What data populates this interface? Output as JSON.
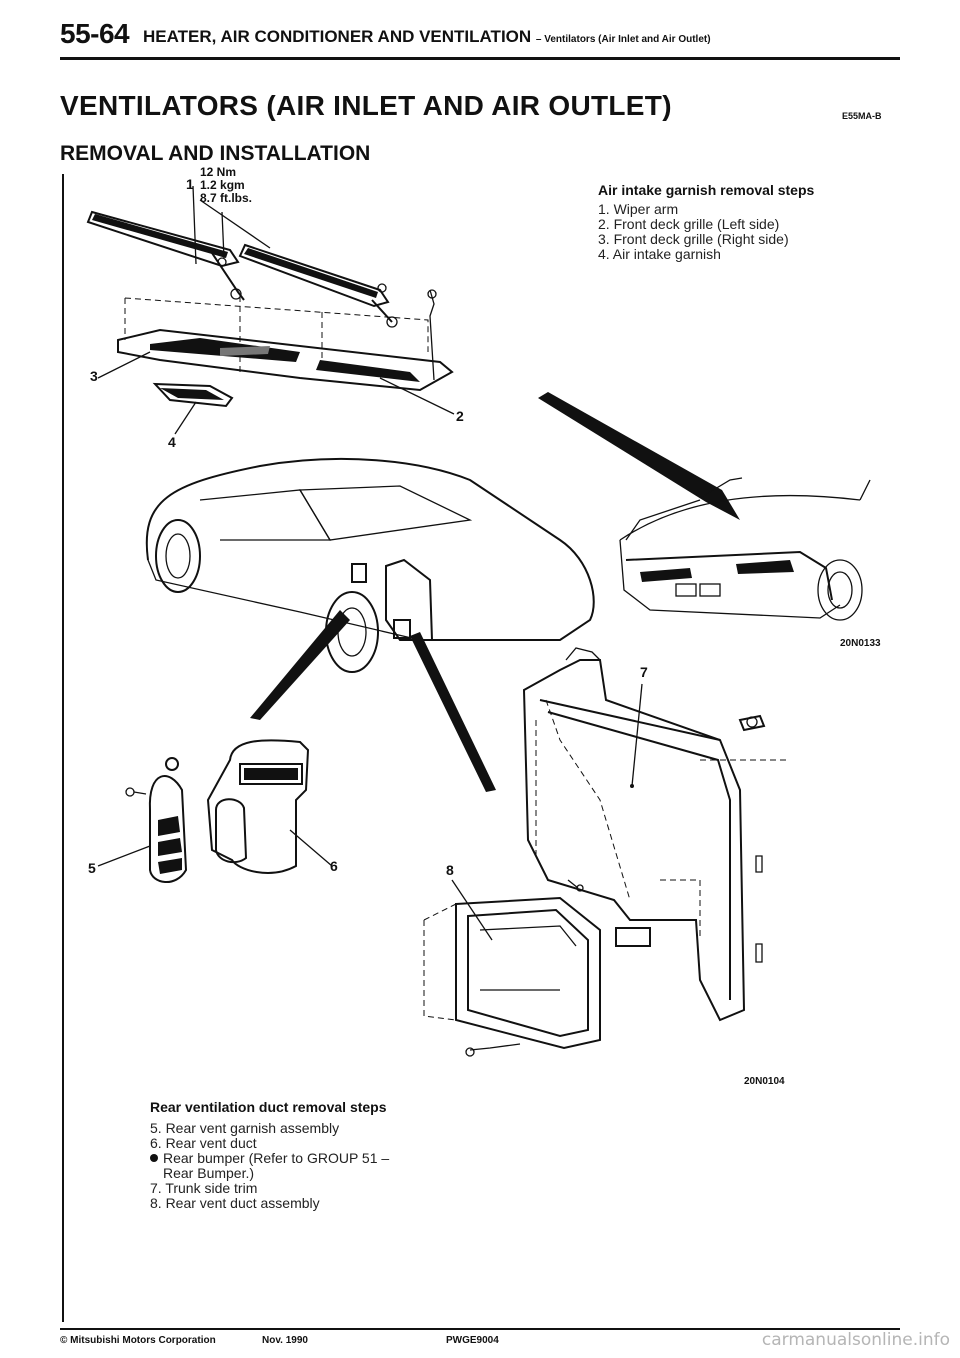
{
  "header": {
    "page_code": "55-64",
    "title": "HEATER, AIR CONDITIONER AND VENTILATION",
    "subtitle": "– Ventilators (Air Inlet and Air Outlet)"
  },
  "section": {
    "title": "VENTILATORS (AIR INLET AND AIR OUTLET)",
    "code": "E55MA-B",
    "subtitle": "REMOVAL AND INSTALLATION"
  },
  "torque": {
    "line1": "12 Nm",
    "line2": "1.2 kgm",
    "line3": "8.7 ft.lbs."
  },
  "callouts": {
    "c1": "1",
    "c2": "2",
    "c3": "3",
    "c4": "4",
    "c5": "5",
    "c6": "6",
    "c7": "7",
    "c8": "8"
  },
  "air_intake": {
    "heading": "Air intake garnish removal steps",
    "steps": [
      "1. Wiper arm",
      "2. Front deck grille (Left side)",
      "3. Front deck grille (Right side)",
      "4. Air intake garnish"
    ]
  },
  "rear_vent": {
    "heading": "Rear ventilation duct removal steps",
    "steps": [
      "5. Rear vent garnish assembly",
      "6. Rear vent duct",
      "Rear bumper (Refer to GROUP 51 –",
      "Rear Bumper.)",
      "7. Trunk side trim",
      "8. Rear vent duct assembly"
    ]
  },
  "figure_refs": {
    "top": "20N0133",
    "bottom": "20N0104"
  },
  "footer": {
    "copyright": "© Mitsubishi Motors Corporation",
    "date": "Nov. 1990",
    "pub_code": "PWGE9004"
  },
  "watermark": "carmanualsonline.info"
}
